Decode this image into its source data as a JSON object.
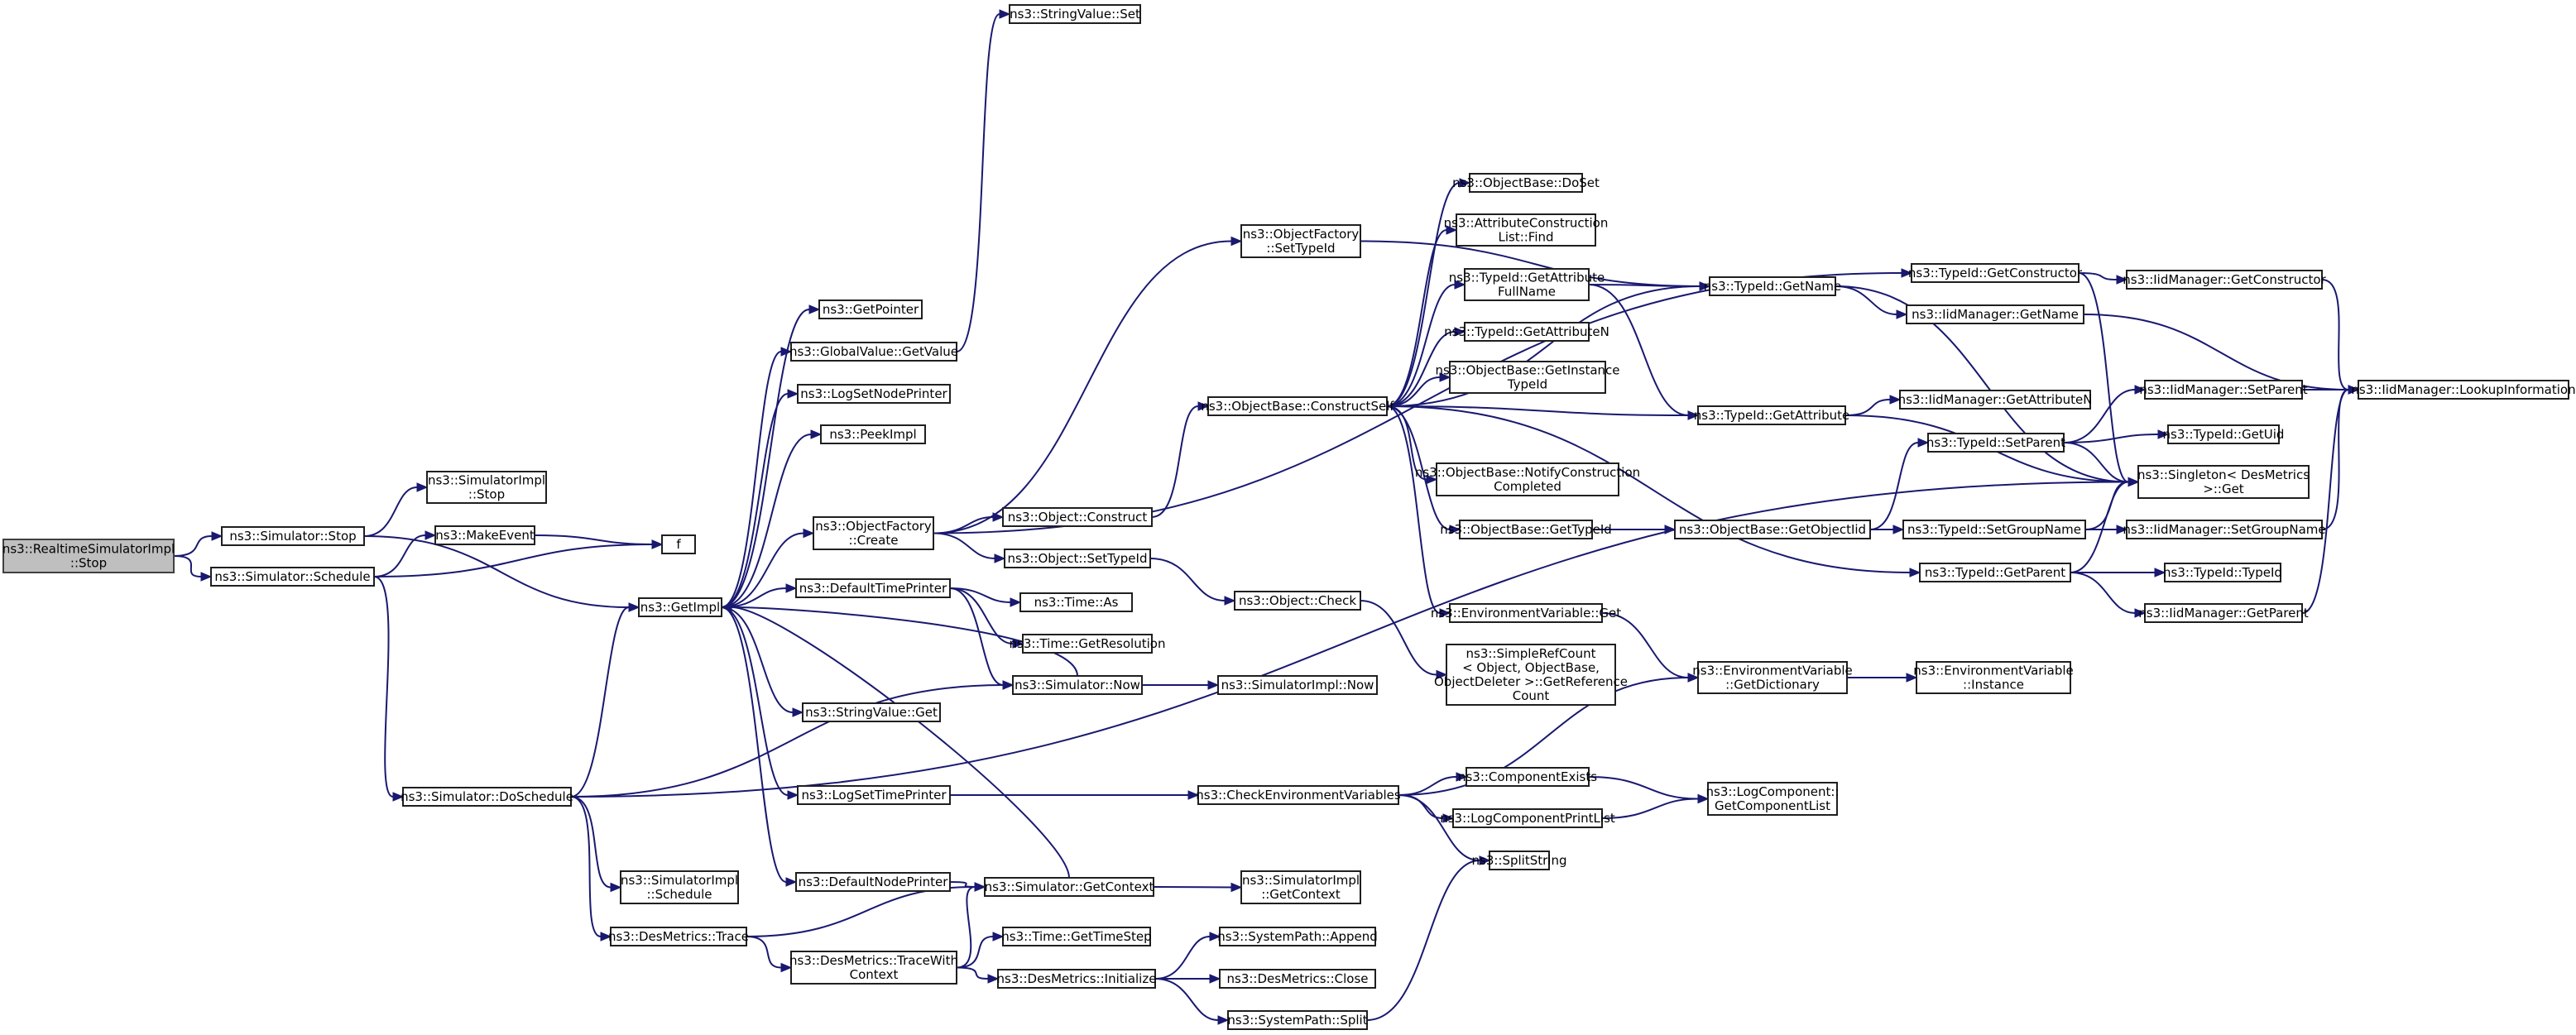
{
  "nodes": [
    {
      "id": "rt_stop",
      "lines": [
        "ns3::RealtimeSimulatorImpl",
        "::Stop"
      ],
      "root": true
    },
    {
      "id": "sim_stop",
      "lines": [
        "ns3::Simulator::Stop"
      ]
    },
    {
      "id": "sim_schedule",
      "lines": [
        "ns3::Simulator::Schedule"
      ]
    },
    {
      "id": "simimpl_stop",
      "lines": [
        "ns3::SimulatorImpl",
        "::Stop"
      ]
    },
    {
      "id": "makeevent",
      "lines": [
        "ns3::MakeEvent"
      ]
    },
    {
      "id": "f",
      "lines": [
        "f"
      ]
    },
    {
      "id": "getimpl",
      "lines": [
        "ns3::GetImpl"
      ]
    },
    {
      "id": "doschedule",
      "lines": [
        "ns3::Simulator::DoSchedule"
      ]
    },
    {
      "id": "simimpl_schedule",
      "lines": [
        "ns3::SimulatorImpl",
        "::Schedule"
      ]
    },
    {
      "id": "desmetrics_trace",
      "lines": [
        "ns3::DesMetrics::Trace"
      ]
    },
    {
      "id": "getpointer",
      "lines": [
        "ns3::GetPointer"
      ]
    },
    {
      "id": "globalvalue_getvalue",
      "lines": [
        "ns3::GlobalValue::GetValue"
      ]
    },
    {
      "id": "logsetnodeprinter",
      "lines": [
        "ns3::LogSetNodePrinter"
      ]
    },
    {
      "id": "peekimpl",
      "lines": [
        "ns3::PeekImpl"
      ]
    },
    {
      "id": "objfactory_create",
      "lines": [
        "ns3::ObjectFactory",
        "::Create"
      ]
    },
    {
      "id": "defaulttimeprinter",
      "lines": [
        "ns3::DefaultTimePrinter"
      ]
    },
    {
      "id": "stringvalue_get",
      "lines": [
        "ns3::StringValue::Get"
      ]
    },
    {
      "id": "logsettimeprinter",
      "lines": [
        "ns3::LogSetTimePrinter"
      ]
    },
    {
      "id": "defaultnodeprinter",
      "lines": [
        "ns3::DefaultNodePrinter"
      ]
    },
    {
      "id": "tracewithcontext",
      "lines": [
        "ns3::DesMetrics::TraceWith",
        "Context"
      ]
    },
    {
      "id": "stringvalue_set",
      "lines": [
        "ns3::StringValue::Set"
      ]
    },
    {
      "id": "objfactory_settypeid",
      "lines": [
        "ns3::ObjectFactory",
        "::SetTypeId"
      ]
    },
    {
      "id": "object_construct",
      "lines": [
        "ns3::Object::Construct"
      ]
    },
    {
      "id": "object_settypeid",
      "lines": [
        "ns3::Object::SetTypeId"
      ]
    },
    {
      "id": "time_as",
      "lines": [
        "ns3::Time::As"
      ]
    },
    {
      "id": "time_getresolution",
      "lines": [
        "ns3::Time::GetResolution"
      ]
    },
    {
      "id": "sim_now",
      "lines": [
        "ns3::Simulator::Now"
      ]
    },
    {
      "id": "checkenv",
      "lines": [
        "ns3::CheckEnvironmentVariables"
      ]
    },
    {
      "id": "sim_getcontext",
      "lines": [
        "ns3::Simulator::GetContext"
      ]
    },
    {
      "id": "time_gettimestep",
      "lines": [
        "ns3::Time::GetTimeStep"
      ]
    },
    {
      "id": "desmetrics_initialize",
      "lines": [
        "ns3::DesMetrics::Initialize"
      ]
    },
    {
      "id": "objbase_constructself",
      "lines": [
        "ns3::ObjectBase::ConstructSelf"
      ]
    },
    {
      "id": "object_check",
      "lines": [
        "ns3::Object::Check"
      ]
    },
    {
      "id": "simimpl_now",
      "lines": [
        "ns3::SimulatorImpl::Now"
      ]
    },
    {
      "id": "simimpl_getcontext",
      "lines": [
        "ns3::SimulatorImpl",
        "::GetContext"
      ]
    },
    {
      "id": "systempath_append",
      "lines": [
        "ns3::SystemPath::Append"
      ]
    },
    {
      "id": "desmetrics_close",
      "lines": [
        "ns3::DesMetrics::Close"
      ]
    },
    {
      "id": "systempath_split",
      "lines": [
        "ns3::SystemPath::Split"
      ]
    },
    {
      "id": "objbase_doset",
      "lines": [
        "ns3::ObjectBase::DoSet"
      ]
    },
    {
      "id": "attrconslist_find",
      "lines": [
        "ns3::AttributeConstruction",
        "List::Find"
      ]
    },
    {
      "id": "typeid_getattrfullname",
      "lines": [
        "ns3::TypeId::GetAttribute",
        "FullName"
      ]
    },
    {
      "id": "typeid_getattributen",
      "lines": [
        "ns3::TypeId::GetAttributeN"
      ]
    },
    {
      "id": "objbase_getinstancetypeid",
      "lines": [
        "ns3::ObjectBase::GetInstance",
        "TypeId"
      ]
    },
    {
      "id": "objbase_notifyconstruction",
      "lines": [
        "ns3::ObjectBase::NotifyConstruction",
        "Completed"
      ]
    },
    {
      "id": "objbase_gettypeid",
      "lines": [
        "ns3::ObjectBase::GetTypeId"
      ]
    },
    {
      "id": "envvar_get",
      "lines": [
        "ns3::EnvironmentVariable::Get"
      ]
    },
    {
      "id": "simplerefcount",
      "lines": [
        "ns3::SimpleRefCount",
        "< Object, ObjectBase,",
        "ObjectDeleter >::GetReference",
        "Count"
      ]
    },
    {
      "id": "componentexists",
      "lines": [
        "ns3::ComponentExists"
      ]
    },
    {
      "id": "logcomponentprintlist",
      "lines": [
        "ns3::LogComponentPrintList"
      ]
    },
    {
      "id": "splitstring",
      "lines": [
        "ns3::SplitString"
      ]
    },
    {
      "id": "typeid_getname",
      "lines": [
        "ns3::TypeId::GetName"
      ]
    },
    {
      "id": "typeid_getattribute",
      "lines": [
        "ns3::TypeId::GetAttribute"
      ]
    },
    {
      "id": "objbase_getobjectiid",
      "lines": [
        "ns3::ObjectBase::GetObjectIid"
      ]
    },
    {
      "id": "envvar_getdictionary",
      "lines": [
        "ns3::EnvironmentVariable",
        "::GetDictionary"
      ]
    },
    {
      "id": "logcomponent_getlist",
      "lines": [
        "ns3::LogComponent::",
        "GetComponentList"
      ]
    },
    {
      "id": "typeid_getconstructor",
      "lines": [
        "ns3::TypeId::GetConstructor"
      ]
    },
    {
      "id": "iid_getname",
      "lines": [
        "ns3::IidManager::GetName"
      ]
    },
    {
      "id": "iid_getattributen",
      "lines": [
        "ns3::IidManager::GetAttributeN"
      ]
    },
    {
      "id": "typeid_setparent",
      "lines": [
        "ns3::TypeId::SetParent"
      ]
    },
    {
      "id": "typeid_setgroupname",
      "lines": [
        "ns3::TypeId::SetGroupName"
      ]
    },
    {
      "id": "typeid_getparent",
      "lines": [
        "ns3::TypeId::GetParent"
      ]
    },
    {
      "id": "envvar_instance",
      "lines": [
        "ns3::EnvironmentVariable",
        "::Instance"
      ]
    },
    {
      "id": "iid_getconstructor",
      "lines": [
        "ns3::IidManager::GetConstructor"
      ]
    },
    {
      "id": "iid_setparent",
      "lines": [
        "ns3::IidManager::SetParent"
      ]
    },
    {
      "id": "typeid_getuid",
      "lines": [
        "ns3::TypeId::GetUid"
      ]
    },
    {
      "id": "singleton_get",
      "lines": [
        "ns3::Singleton< DesMetrics",
        ">::Get"
      ]
    },
    {
      "id": "iid_setgroupname",
      "lines": [
        "ns3::IidManager::SetGroupName"
      ]
    },
    {
      "id": "typeid_typeid",
      "lines": [
        "ns3::TypeId::TypeId"
      ]
    },
    {
      "id": "iid_getparent",
      "lines": [
        "ns3::IidManager::GetParent"
      ]
    },
    {
      "id": "iid_lookupinformation",
      "lines": [
        "ns3::IidManager::LookupInformation"
      ]
    }
  ],
  "edges": [
    [
      "rt_stop",
      "sim_stop"
    ],
    [
      "rt_stop",
      "sim_schedule"
    ],
    [
      "sim_stop",
      "simimpl_stop"
    ],
    [
      "sim_stop",
      "getimpl"
    ],
    [
      "sim_schedule",
      "makeevent"
    ],
    [
      "sim_schedule",
      "f"
    ],
    [
      "sim_schedule",
      "doschedule"
    ],
    [
      "makeevent",
      "f"
    ],
    [
      "getimpl",
      "getpointer"
    ],
    [
      "getimpl",
      "globalvalue_getvalue"
    ],
    [
      "getimpl",
      "logsetnodeprinter"
    ],
    [
      "getimpl",
      "peekimpl"
    ],
    [
      "getimpl",
      "objfactory_create"
    ],
    [
      "getimpl",
      "defaulttimeprinter"
    ],
    [
      "getimpl",
      "stringvalue_get"
    ],
    [
      "getimpl",
      "logsettimeprinter"
    ],
    [
      "getimpl",
      "defaultnodeprinter"
    ],
    [
      "doschedule",
      "getimpl"
    ],
    [
      "doschedule",
      "simimpl_schedule"
    ],
    [
      "doschedule",
      "desmetrics_trace"
    ],
    [
      "doschedule",
      "sim_now"
    ],
    [
      "doschedule",
      "singleton_get"
    ],
    [
      "desmetrics_trace",
      "sim_getcontext"
    ],
    [
      "desmetrics_trace",
      "tracewithcontext"
    ],
    [
      "globalvalue_getvalue",
      "stringvalue_set"
    ],
    [
      "objfactory_create",
      "objfactory_settypeid"
    ],
    [
      "objfactory_create",
      "object_construct"
    ],
    [
      "objfactory_create",
      "object_settypeid"
    ],
    [
      "objfactory_create",
      "typeid_getconstructor"
    ],
    [
      "defaulttimeprinter",
      "time_as"
    ],
    [
      "defaulttimeprinter",
      "time_getresolution"
    ],
    [
      "defaulttimeprinter",
      "sim_now"
    ],
    [
      "logsettimeprinter",
      "checkenv"
    ],
    [
      "defaultnodeprinter",
      "sim_getcontext"
    ],
    [
      "tracewithcontext",
      "sim_getcontext"
    ],
    [
      "tracewithcontext",
      "time_gettimestep"
    ],
    [
      "tracewithcontext",
      "desmetrics_initialize"
    ],
    [
      "objfactory_settypeid",
      "typeid_getname"
    ],
    [
      "object_construct",
      "objbase_constructself"
    ],
    [
      "object_settypeid",
      "object_check"
    ],
    [
      "sim_now",
      "getimpl"
    ],
    [
      "sim_now",
      "simimpl_now"
    ],
    [
      "checkenv",
      "envvar_getdictionary"
    ],
    [
      "checkenv",
      "componentexists"
    ],
    [
      "checkenv",
      "logcomponentprintlist"
    ],
    [
      "checkenv",
      "splitstring"
    ],
    [
      "sim_getcontext",
      "getimpl"
    ],
    [
      "sim_getcontext",
      "simimpl_getcontext"
    ],
    [
      "desmetrics_initialize",
      "systempath_append"
    ],
    [
      "desmetrics_initialize",
      "desmetrics_close"
    ],
    [
      "desmetrics_initialize",
      "systempath_split"
    ],
    [
      "objbase_constructself",
      "objbase_doset"
    ],
    [
      "objbase_constructself",
      "attrconslist_find"
    ],
    [
      "objbase_constructself",
      "typeid_getattrfullname"
    ],
    [
      "objbase_constructself",
      "typeid_getattributen"
    ],
    [
      "objbase_constructself",
      "objbase_getinstancetypeid"
    ],
    [
      "objbase_constructself",
      "objbase_notifyconstruction"
    ],
    [
      "objbase_constructself",
      "objbase_gettypeid"
    ],
    [
      "objbase_constructself",
      "envvar_get"
    ],
    [
      "objbase_constructself",
      "typeid_getname"
    ],
    [
      "objbase_constructself",
      "typeid_getattribute"
    ],
    [
      "objbase_constructself",
      "typeid_getparent"
    ],
    [
      "object_check",
      "simplerefcount"
    ],
    [
      "systempath_split",
      "splitstring"
    ],
    [
      "typeid_getattrfullname",
      "typeid_getname"
    ],
    [
      "typeid_getattrfullname",
      "typeid_getattribute"
    ],
    [
      "objbase_gettypeid",
      "objbase_getobjectiid"
    ],
    [
      "envvar_get",
      "envvar_getdictionary"
    ],
    [
      "componentexists",
      "logcomponent_getlist"
    ],
    [
      "logcomponentprintlist",
      "logcomponent_getlist"
    ],
    [
      "typeid_getname",
      "iid_getname"
    ],
    [
      "typeid_getname",
      "singleton_get"
    ],
    [
      "typeid_getattribute",
      "iid_getattributen"
    ],
    [
      "typeid_getattribute",
      "singleton_get"
    ],
    [
      "objbase_getobjectiid",
      "typeid_setparent"
    ],
    [
      "objbase_getobjectiid",
      "typeid_setgroupname"
    ],
    [
      "envvar_getdictionary",
      "envvar_instance"
    ],
    [
      "typeid_getconstructor",
      "iid_getconstructor"
    ],
    [
      "typeid_getconstructor",
      "singleton_get"
    ],
    [
      "iid_getname",
      "iid_lookupinformation"
    ],
    [
      "typeid_setparent",
      "iid_setparent"
    ],
    [
      "typeid_setparent",
      "typeid_getuid"
    ],
    [
      "typeid_setparent",
      "singleton_get"
    ],
    [
      "typeid_setgroupname",
      "iid_setgroupname"
    ],
    [
      "typeid_setgroupname",
      "singleton_get"
    ],
    [
      "typeid_getparent",
      "typeid_typeid"
    ],
    [
      "typeid_getparent",
      "iid_getparent"
    ],
    [
      "typeid_getparent",
      "singleton_get"
    ],
    [
      "iid_getconstructor",
      "iid_lookupinformation"
    ],
    [
      "iid_setparent",
      "iid_lookupinformation"
    ],
    [
      "iid_setgroupname",
      "iid_lookupinformation"
    ],
    [
      "iid_getparent",
      "iid_lookupinformation"
    ]
  ]
}
